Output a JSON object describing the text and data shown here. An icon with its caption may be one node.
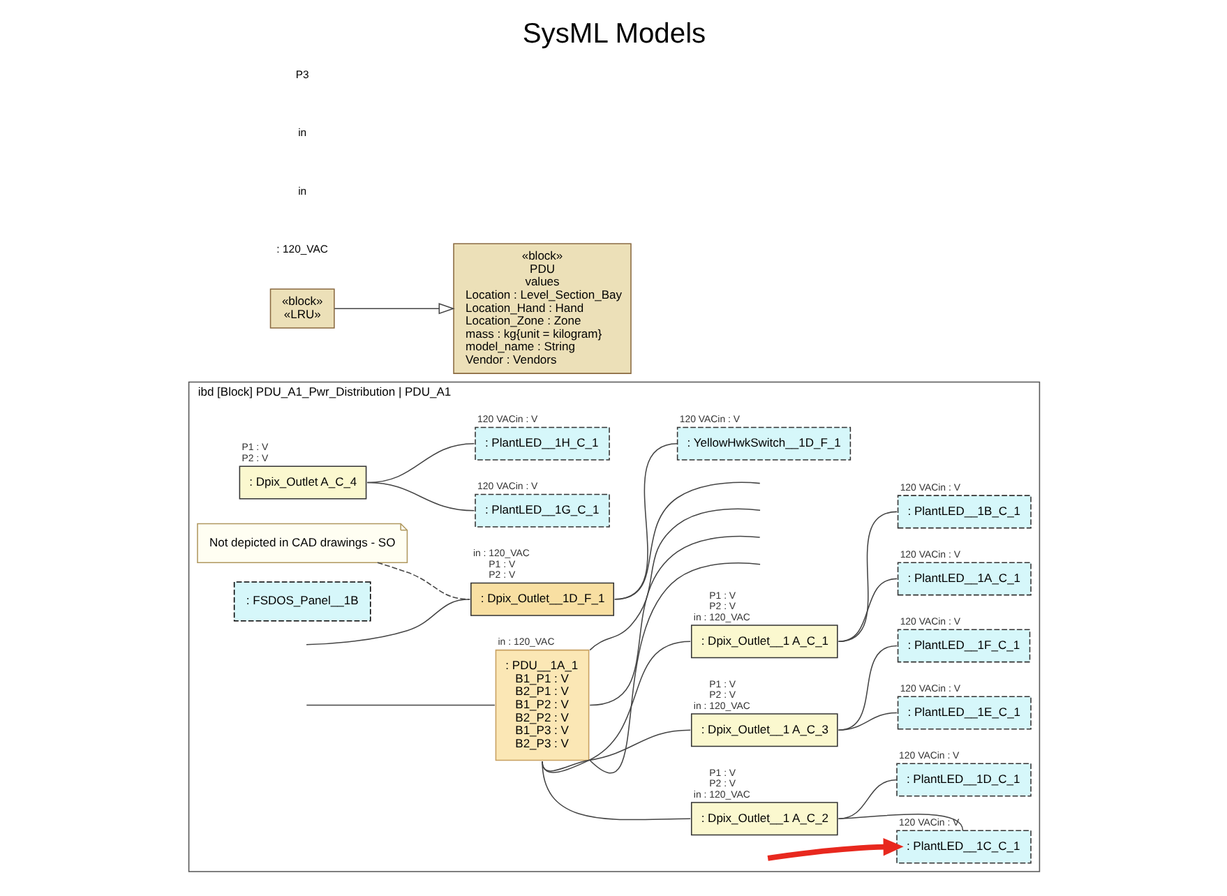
{
  "diagram": {
    "title": "SysML Models",
    "nodes": [
      {
        "text": [
          "ibd [Block] PDU_A1_Pwr_Distribution | PDU_A1"
        ]
      },
      {
        "text": [
          ": Dpix_Outlet__1 A_C_1"
        ],
        "in": 0,
        "beside": [
          "P1 : V",
          "P2 : V",
          "in : 120_VAC"
        ]
      },
      {
        "text": [
          ": PlantLED__1A_C_1"
        ],
        "in": 0,
        "beside": [
          "120 VACin : V"
        ]
      },
      {
        "text": [
          ": PlantLED__1B_C_1"
        ],
        "in": 0,
        "beside": [
          "120 VACin : V"
        ]
      },
      {
        "text": [
          ": Dpix_Outlet__1 A_C_2"
        ],
        "in": 0,
        "beside": [
          "P1 : V",
          "P2 : V",
          "in : 120_VAC"
        ]
      },
      {
        "text": [
          ": PlantLED__1C_C_1"
        ],
        "in": 0,
        "beside": [
          "120 VACin : V"
        ]
      },
      {
        "text": [
          ": PlantLED__1D_C_1"
        ],
        "in": 0,
        "beside": [
          "120 VACin : V"
        ]
      },
      {
        "text": [
          ": Dpix_Outlet__1 A_C_3"
        ],
        "in": 0,
        "beside": [
          "P1 : V",
          "P2 : V",
          "in : 120_VAC"
        ]
      },
      {
        "text": [
          ": PlantLED__1E_C_1"
        ],
        "in": 0,
        "beside": [
          "120 VACin : V"
        ]
      },
      {
        "text": [
          ": PlantLED__1F_C_1"
        ],
        "in": 0,
        "beside": [
          "120 VACin : V"
        ]
      },
      {
        "text": [
          ": Dpix_Outlet A_C_4"
        ],
        "in": 0,
        "beside": [
          "P1 : V",
          "P2 : V"
        ]
      },
      {
        "text": [
          ": PlantLED__1G_C_1"
        ],
        "in": 0,
        "beside": [
          "120 VACin : V"
        ]
      },
      {
        "text": [
          ": PlantLED__1H_C_1"
        ],
        "in": 0,
        "beside": [
          "120 VACin : V"
        ]
      },
      {
        "text": [
          ": PDU__1A_1",
          "B1_P1 : V",
          "B2_P1 : V",
          "B1_P2 : V",
          "B2_P2 : V",
          "B1_P3 : V",
          "B2_P3 : V"
        ],
        "in": 0,
        "beside": [
          "in : 120_VAC"
        ]
      },
      {
        "text": [
          ": Dpix_Outlet__1D_F_1"
        ],
        "in": 0,
        "beside": [
          "in : 120_VAC",
          "P1 : V",
          "P2 : V"
        ]
      },
      {
        "text": [
          "Not depicted in CAD drawings - SO"
        ],
        "in": 0
      },
      {
        "text": [
          ": YellowHwkSwitch__1D_F_1"
        ],
        "in": 0,
        "beside": [
          "120 VACin : V"
        ]
      },
      {
        "text": [
          ": FSDOS_Panel__1B"
        ],
        "in": 0
      },
      {
        "text": [
          "«block»",
          "PDU",
          "values",
          "Location : Level_Section_Bay",
          "Location_Hand : Hand",
          "Location_Zone : Zone",
          "mass : kg{unit = kilogram}",
          "model_name : String",
          "Vendor : Vendors"
        ]
      },
      {
        "text": [
          "«block»",
          "«LRU»"
        ]
      }
    ],
    "edges": [
      {
        "from": 1,
        "to": 2,
        "arrow": "none"
      },
      {
        "from": 1,
        "to": 3,
        "arrow": "none"
      },
      {
        "from": 4,
        "to": 5,
        "arrow": "none"
      },
      {
        "from": 4,
        "to": 6,
        "arrow": "none"
      },
      {
        "from": 7,
        "to": 8,
        "arrow": "none"
      },
      {
        "from": 7,
        "to": 9,
        "arrow": "none"
      },
      {
        "from": 10,
        "to": 11,
        "arrow": "none"
      },
      {
        "from": 10,
        "to": 12,
        "arrow": "none"
      },
      {
        "from": 13,
        "to": 1,
        "arrow": "none"
      },
      {
        "from": 13,
        "to": 4,
        "arrow": "none"
      },
      {
        "from": 13,
        "to": 7,
        "arrow": "none"
      },
      {
        "from": null,
        "to": 13,
        "arrow": "none"
      },
      {
        "from": 13,
        "to": null,
        "arrow": "none"
      },
      {
        "from": 13,
        "to": null,
        "arrow": "none"
      },
      {
        "from": 13,
        "to": null,
        "arrow": "none"
      },
      {
        "from": null,
        "to": 14,
        "arrow": "none"
      },
      {
        "from": 14,
        "to": 16,
        "arrow": "none"
      },
      {
        "from": 14,
        "to": null,
        "arrow": "none"
      },
      {
        "from": 15,
        "to": 14,
        "arrow": "none",
        "style": "dashed"
      },
      {
        "from": 19,
        "to": 18,
        "arrow": "to"
      },
      {
        "from": null,
        "to": 5,
        "arrow": "to",
        "style": "thick",
        "color": "#e8281e"
      }
    ],
    "labels": [
      ": 120_VAC",
      "in",
      "in",
      "P3"
    ]
  }
}
